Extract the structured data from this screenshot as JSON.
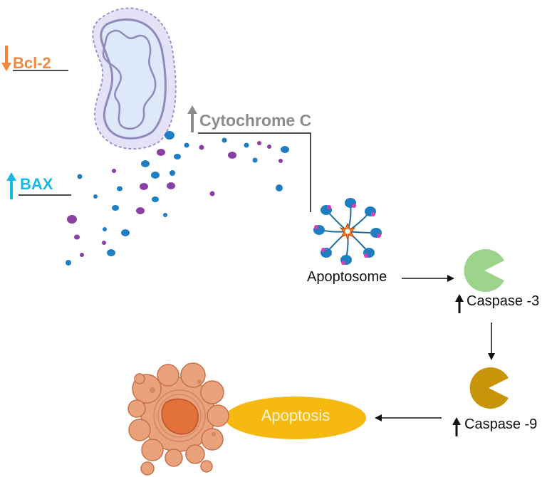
{
  "labels": {
    "bcl2": "Bcl-2",
    "bax": "BAX",
    "cytochrome_c": "Cytochrome C",
    "apoptosome": "Apoptosome",
    "caspase3": "Caspase -3",
    "caspase9": "Caspase -9",
    "apoptosis": "Apoptosis"
  },
  "colors": {
    "bcl2": "#f0883e",
    "bax": "#1ab7e6",
    "cytochrome": "#8c8c8c",
    "caspase3": "#9bd48a",
    "caspase9": "#c8940a",
    "apoptosis": "#f5b90f",
    "cell": "#e9a27c",
    "mitochondrion_fill": "#e3e2f6",
    "particle_blue": "#1f7ec2",
    "particle_purple": "#8a3fa2"
  }
}
